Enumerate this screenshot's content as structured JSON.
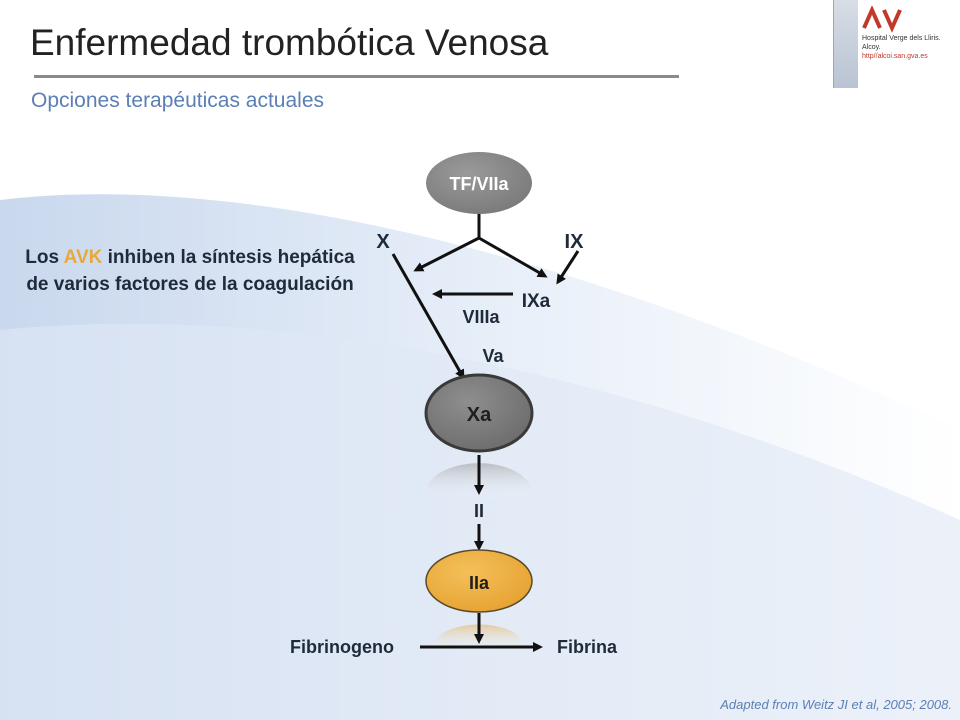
{
  "slide": {
    "title": "Enfermedad trombótica Venosa",
    "subtitle": "Opciones terapéuticas actuales"
  },
  "logo": {
    "hospital_name": "Hospital Verge dels Lliris.",
    "city": "Alcoy.",
    "url": "http//alcoi.san.gva.es"
  },
  "note": {
    "prefix": "Los ",
    "highlight": "AVK",
    "suffix": " inhiben la síntesis hepática de varios factores de la coagulación"
  },
  "diagram": {
    "nodes": {
      "tf_viia": "TF/VIIa",
      "xa": "Xa",
      "iia": "IIa"
    },
    "labels": {
      "x": "X",
      "ix": "IX",
      "ixa": "IXa",
      "viiia": "VIIIa",
      "va": "Va",
      "ii": "II",
      "fibrinogen": "Fibrinogeno",
      "fibrin": "Fibrina"
    }
  },
  "citation": "Adapted from Weitz JI et al, 2005; 2008.",
  "colors": {
    "accent_orange": "#e8a93b",
    "subtitle_blue": "#5b7fb5",
    "node_gray": "#8c8c8c"
  }
}
